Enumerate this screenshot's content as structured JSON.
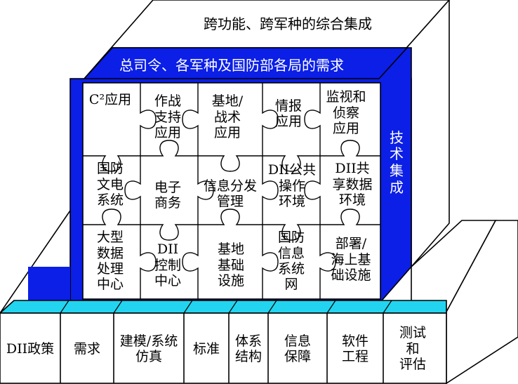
{
  "titles": {
    "top": "跨功能、跨军种的综合集成",
    "front": "总司令、各军种及国防部各局的需求",
    "side": "技\n术\n集\n成"
  },
  "puzzle": [
    [
      "C²应用",
      "作战\n支持\n应用",
      "基地/\n战术\n应用",
      "情报\n应用",
      "监视和\n侦察\n应用"
    ],
    [
      "国防\n文电\n系统",
      "电子\n商务",
      "信息分发\n管理",
      "DII公共\n操作\n环境",
      "DII共\n享数据\n环境"
    ],
    [
      "大型\n数据\n处理\n中心",
      "DII\n控制\n中心",
      "基地\n基础\n设施",
      "国防\n信息\n系统\n网",
      "部署/\n海上基\n础设施"
    ]
  ],
  "base": [
    "DII政策",
    "需求",
    "建模/系统\n仿真",
    "标准",
    "体系\n结构",
    "信息\n保障",
    "软件\n工程",
    "测试\n和\n评估"
  ],
  "colors": {
    "blue": "#0b1fe6",
    "cyan": "#22d4ef",
    "line": "#000000",
    "fill": "#ffffff"
  }
}
